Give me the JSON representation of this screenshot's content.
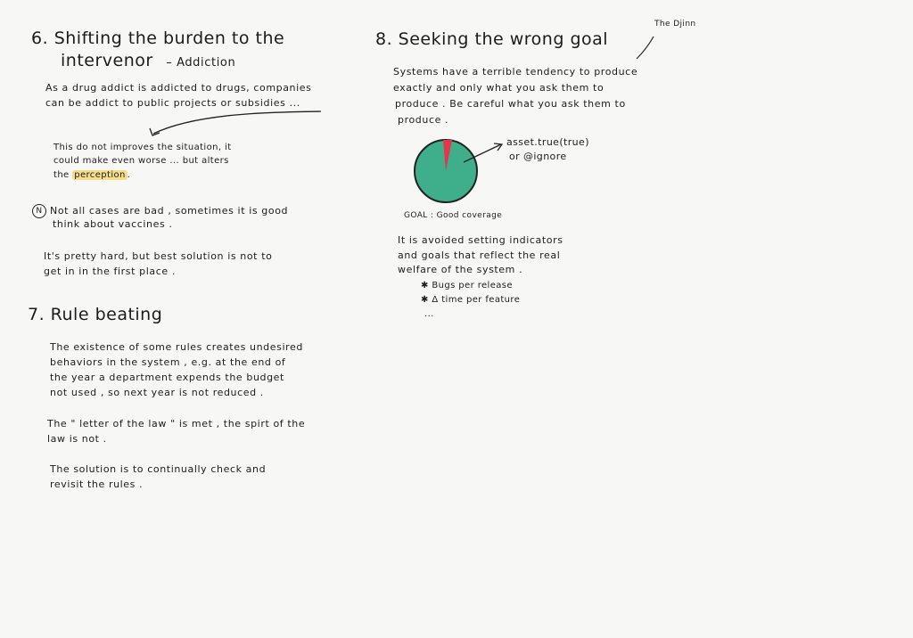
{
  "section6": {
    "number": "6.",
    "title_line1": "Shifting the burden to the",
    "title_line2": "intervenor",
    "subtitle": "– Addiction",
    "p1_line1": "As a drug addict is addicted to drugs, companies",
    "p1_line2": "can be addict  to  public projects or subsidies ...",
    "note_line1": "This do not improves the situation, it",
    "note_line2": "could make even worse ... but alters",
    "note_line3_pre": "the",
    "note_highlight": "perception",
    "note_line3_post": ".",
    "n_marker": "N",
    "p2_line1": "Not all cases are bad , sometimes it is good",
    "p2_line2": "think about vaccines .",
    "p3_line1": "It's pretty hard, but best solution is not to",
    "p3_line2": "get in in the first place ."
  },
  "section7": {
    "title": "7. Rule beating",
    "p1_line1": "The existence of some rules creates undesired",
    "p1_line2": "behaviors  in the system , e.g. at the end of",
    "p1_line3": "the year a department expends the budget",
    "p1_line4": "not used , so next year is not reduced .",
    "p2_line1": "The \" letter of the law \" is met , the spirt of the",
    "p2_line2": "law is not .",
    "p3_line1": "The solution is to continually check and",
    "p3_line2": "revisit the rules ."
  },
  "section8": {
    "title": "8. Seeking the wrong goal",
    "annotation": "The Djinn",
    "p1_line1": "Systems have a terrible tendency to produce",
    "p1_line2": "exactly and only what you ask them to",
    "p1_line3": "produce . Be careful what you ask them to",
    "p1_line4": "produce .",
    "pie_label_line1": "asset.true(true)",
    "pie_label_line2": "or @ignore",
    "goal_label": "GOAL : Good coverage",
    "p2_line1": "It is avoided setting indicators",
    "p2_line2": "and goals that reflect the real",
    "p2_line3": "welfare of the system .",
    "bullets": [
      "Bugs per release",
      "Δ time per feature"
    ],
    "ellipsis": "...",
    "bullet_marker": "✱"
  },
  "colors": {
    "pie_fill": "#3fae8b",
    "pie_slice": "#e8334a",
    "highlight": "#f6dd8a",
    "ink": "#1c1c1c"
  }
}
